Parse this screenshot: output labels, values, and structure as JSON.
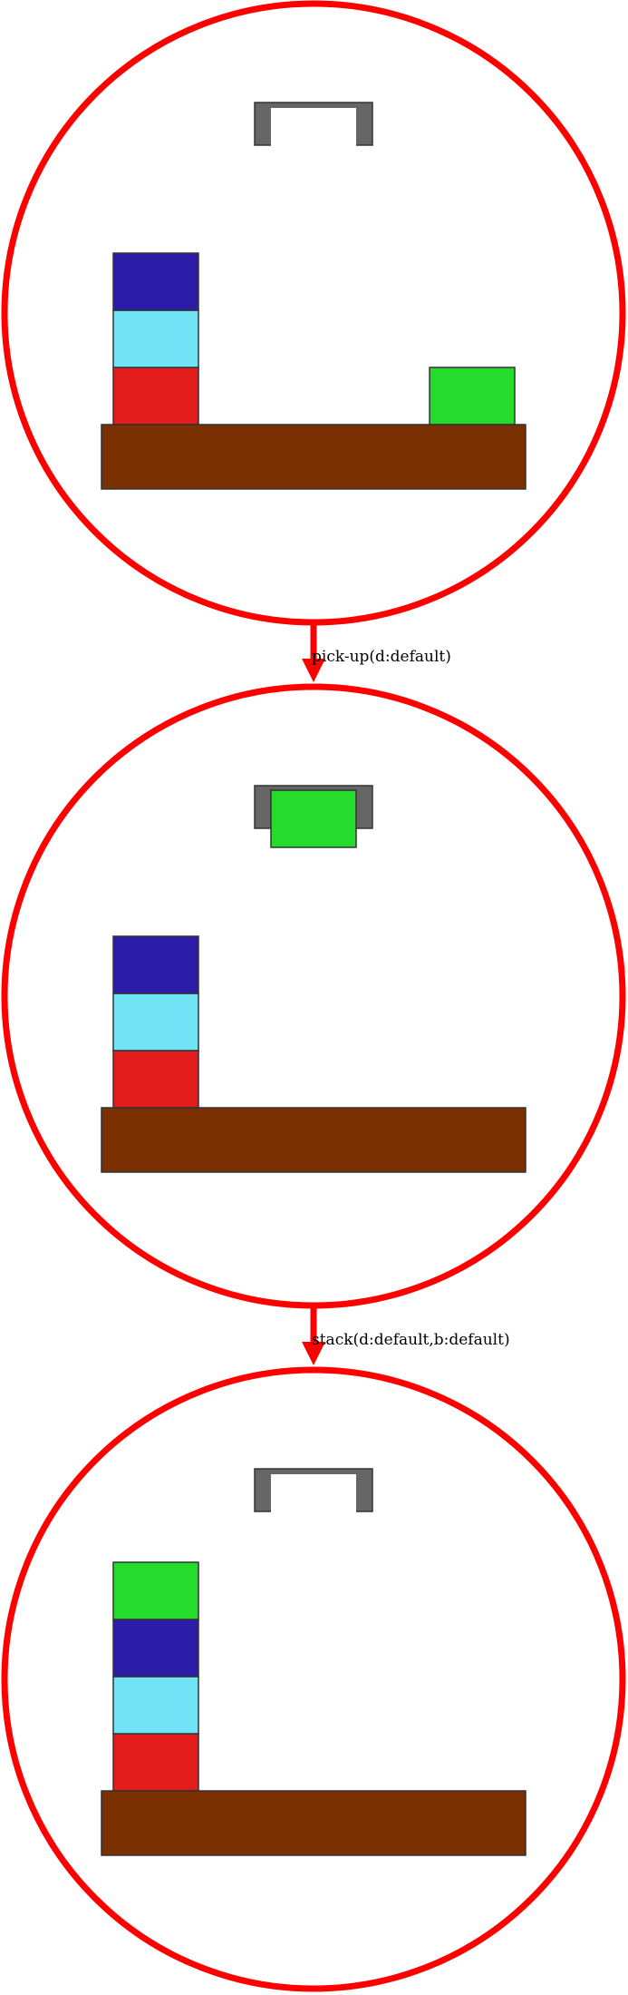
{
  "colors": {
    "circle": "#ff0000",
    "table": "#7a3000",
    "gripper": "#666666",
    "block_outline": "#333333",
    "red_block": "#e41c1c",
    "cyan_block": "#70e4f6",
    "blue_block": "#2c1ca8",
    "green_block": "#25dc2c"
  },
  "transitions": [
    {
      "label": "pick-up(d:default)"
    },
    {
      "label": "stack(d:default,b:default)"
    }
  ],
  "states": [
    {
      "gripper": "empty",
      "stacks": [
        [
          "red",
          "cyan",
          "blue"
        ],
        [
          "green"
        ]
      ]
    },
    {
      "gripper": "holding green",
      "stacks": [
        [
          "red",
          "cyan",
          "blue"
        ]
      ]
    },
    {
      "gripper": "empty",
      "stacks": [
        [
          "red",
          "cyan",
          "blue",
          "green"
        ]
      ]
    }
  ]
}
